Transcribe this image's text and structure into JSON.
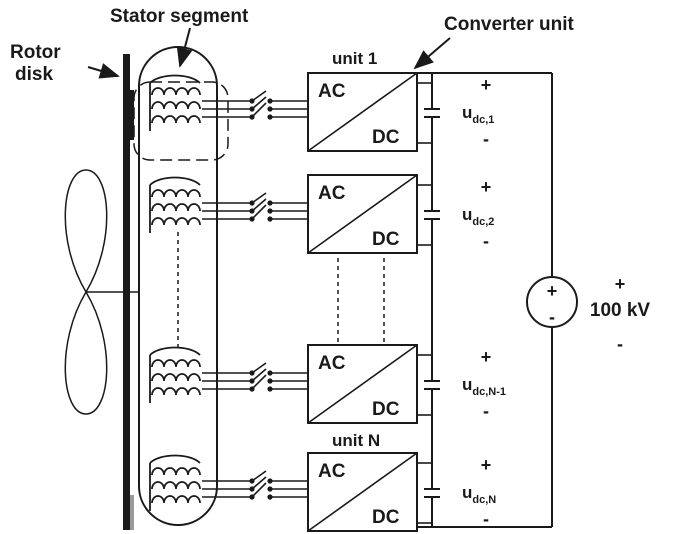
{
  "labels": {
    "rotor_disk_line1": "Rotor",
    "rotor_disk_line2": "disk",
    "stator_segment": "Stator segment",
    "converter_unit": "Converter unit",
    "unit_1": "unit 1",
    "unit_n": "unit N",
    "ac": "AC",
    "dc": "DC",
    "plus": "+",
    "minus": "-",
    "source_voltage": "100 kV"
  },
  "dc_links": [
    {
      "base": "u",
      "subscript": "dc,1"
    },
    {
      "base": "u",
      "subscript": "dc,2"
    },
    {
      "base": "u",
      "subscript": "dc,N-1"
    },
    {
      "base": "u",
      "subscript": "dc,N"
    }
  ],
  "colors": {
    "stroke": "#1a1a1a",
    "background": "#ffffff"
  }
}
